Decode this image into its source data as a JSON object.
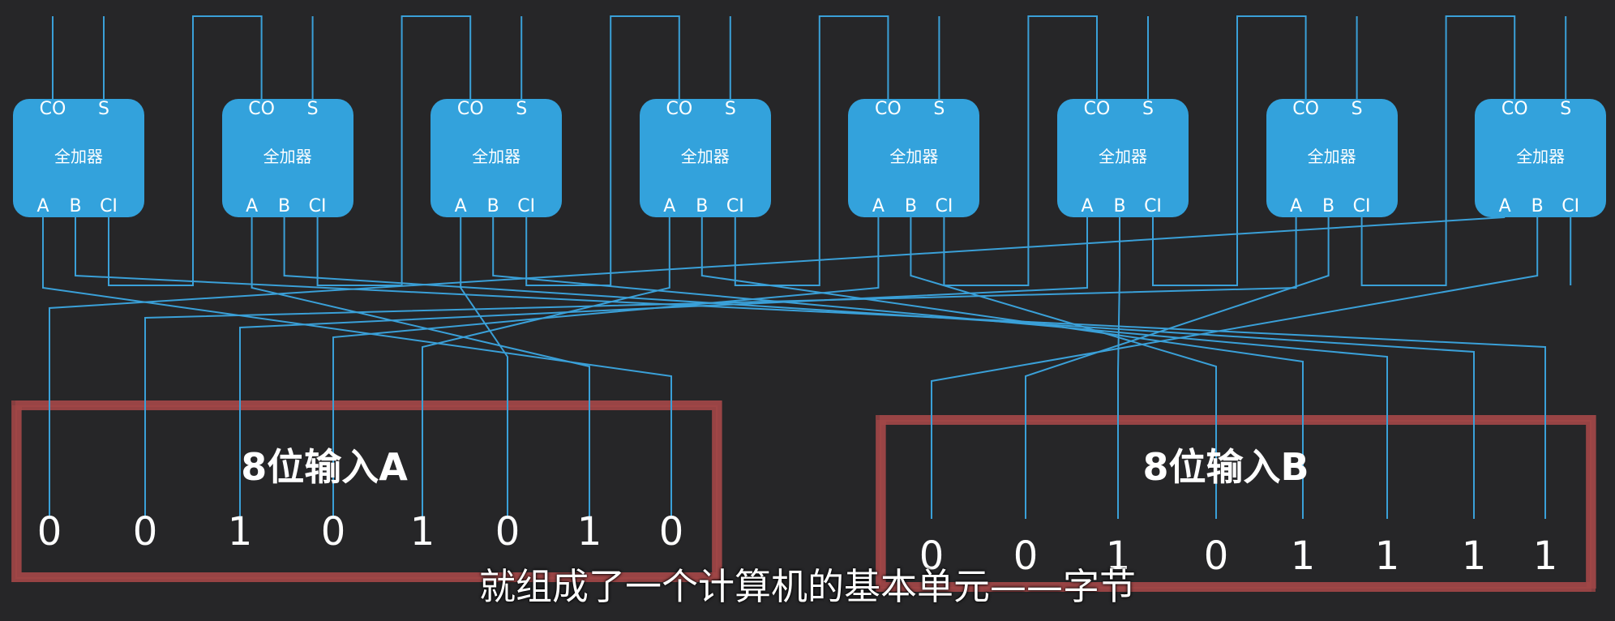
{
  "adder": {
    "label": "全加器",
    "ports": {
      "co": "CO",
      "s": "S",
      "a": "A",
      "b": "B",
      "ci": "CI"
    },
    "count": 8
  },
  "input_a": {
    "title": "8位输入A",
    "bits": [
      "0",
      "0",
      "1",
      "0",
      "1",
      "0",
      "1",
      "0"
    ]
  },
  "input_b": {
    "title": "8位输入B",
    "bits": [
      "0",
      "0",
      "1",
      "0",
      "1",
      "1",
      "1",
      "1"
    ]
  },
  "caption": "就组成了一个计算机的基本单元——字节",
  "colors": {
    "wire": "#3aa0d8",
    "adder": "#33a2dc",
    "highlight": "#a84848",
    "background": "#262628"
  }
}
